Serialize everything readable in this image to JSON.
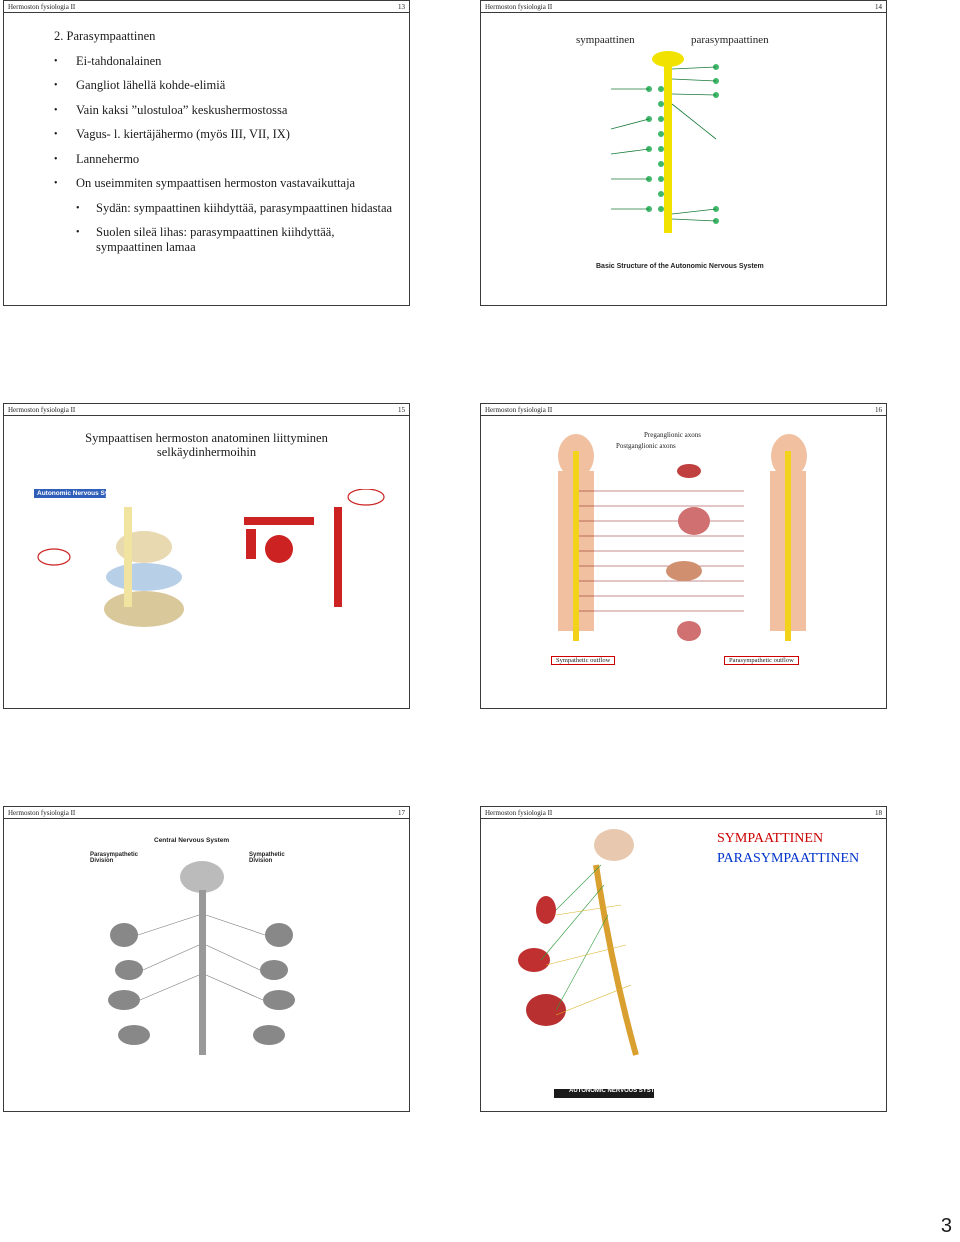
{
  "slides": [
    {
      "header_title": "Hermoston fysiologia II",
      "number": "13",
      "items": [
        "2.   Parasympaattinen",
        "Ei-tahdonalainen",
        "Gangliot lähellä kohde-elimiä",
        "Vain kaksi ”ulostuloa” keskushermostossa",
        "Vagus- l. kiertäjähermo (myös III, VII, IX)",
        "Lannehermo",
        "On useimmiten sympaattisen hermoston vastavaikuttaja",
        "Sydän: sympaattinen kiihdyttää, parasympaattinen hidastaa",
        "Suolen sileä lihas: parasympaattinen kiihdyttää, sympaattinen lamaa"
      ]
    },
    {
      "header_title": "Hermoston fysiologia II",
      "number": "14",
      "label_left": "sympaattinen",
      "label_right": "parasympaattinen",
      "figure_caption": "Basic Structure of the Autonomic Nervous System"
    },
    {
      "header_title": "Hermoston fysiologia II",
      "number": "15",
      "title": "Sympaattisen hermoston anatominen liittyminen selkäydinhermoihin",
      "figure_caption": "Autonomic Nervous System"
    },
    {
      "header_title": "Hermoston fysiologia II",
      "number": "16",
      "fig_labels": {
        "left": "Sympathetic outflow",
        "right": "Parasympathetic outflow",
        "top1": "Preganglionic axons",
        "top2": "Postganglionic axons"
      }
    },
    {
      "header_title": "Hermoston fysiologia II",
      "number": "17",
      "fig_labels": {
        "title": "Central Nervous System",
        "left": "Parasympathetic Division",
        "right": "Sympathetic Division"
      }
    },
    {
      "header_title": "Hermoston fysiologia II",
      "number": "18",
      "label1": "SYMPAATTINEN",
      "label2": "PARASYMPAATTINEN",
      "figure_caption": "AUTONOMIC NERVOUS SYSTEM"
    }
  ],
  "page_number": "3",
  "colors": {
    "symp_label": "#cc0000",
    "parasymp_label": "#0033cc",
    "border": "#3a3a3a"
  }
}
